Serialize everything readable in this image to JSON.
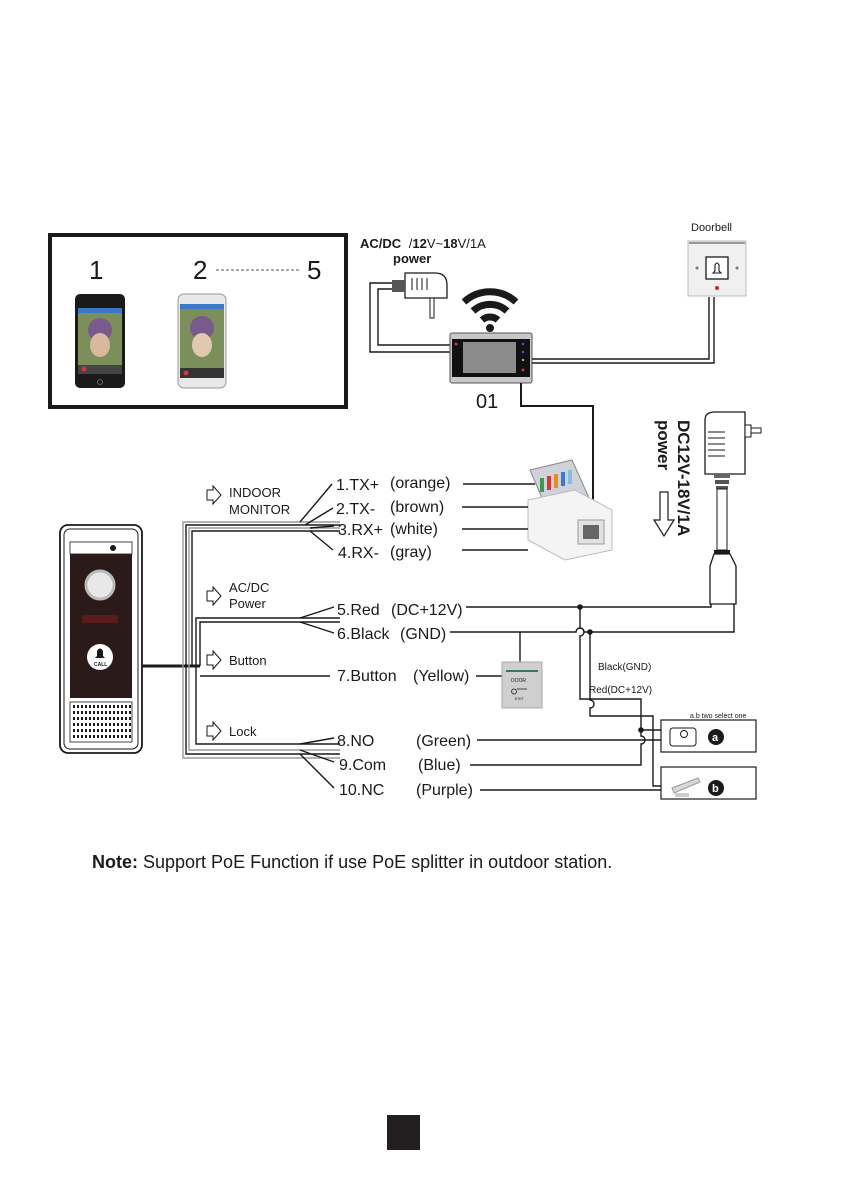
{
  "phones_panel": {
    "label_first": "1",
    "label_range_start": "2",
    "label_range_end": "5",
    "phone_icons": [
      "iphone-app-screen",
      "android-app-screen"
    ]
  },
  "power_adapter_top": {
    "title_prefix": "AC/DC",
    "title_voltage_a": "12",
    "title_voltage_mid": "V~",
    "title_voltage_b": "18",
    "title_voltage_end": "V",
    "title_current": "1A",
    "subtitle": "power"
  },
  "wifi_icon": "wifi-icon",
  "indoor_monitor": {
    "label": "01"
  },
  "doorbell": {
    "label": "Doorbell"
  },
  "power_adapter_side": {
    "line1": "DC12V-18V/1A",
    "line2": "power"
  },
  "groups": [
    {
      "label_line1": "INDOOR",
      "label_line2": "MONITOR"
    },
    {
      "label_line1": "AC/DC",
      "label_line2": "Power"
    },
    {
      "label_line1": "Button",
      "label_line2": ""
    },
    {
      "label_line1": "Lock",
      "label_line2": ""
    }
  ],
  "wires": [
    {
      "pin": "1.TX+",
      "color": "(orange)"
    },
    {
      "pin": "2.TX-",
      "color": "(brown)"
    },
    {
      "pin": "3.RX+",
      "color": "(white)"
    },
    {
      "pin": "4.RX-",
      "color": "(gray)"
    },
    {
      "pin": "5.Red",
      "color": "(DC+12V)"
    },
    {
      "pin": "6.Black",
      "color": "(GND)"
    },
    {
      "pin": "7.Button",
      "color": "(Yellow)"
    },
    {
      "pin": "8.NO",
      "color": "(Green)"
    },
    {
      "pin": "9.Com",
      "color": "(Blue)"
    },
    {
      "pin": "10.NC",
      "color": "(Purple)"
    }
  ],
  "lock_wiring": {
    "black_label": "Black(GND)",
    "red_label": "Red(DC+12V)",
    "select_note": "a.b two select one",
    "option_a": "a",
    "option_b": "b"
  },
  "exit_button": {
    "line1": "DOOR",
    "line2": "EXIT"
  },
  "outdoor_station": {
    "call_label": "CALL"
  },
  "note": {
    "prefix": "Note:",
    "text": " Support PoE Function if use PoE splitter in outdoor station."
  }
}
